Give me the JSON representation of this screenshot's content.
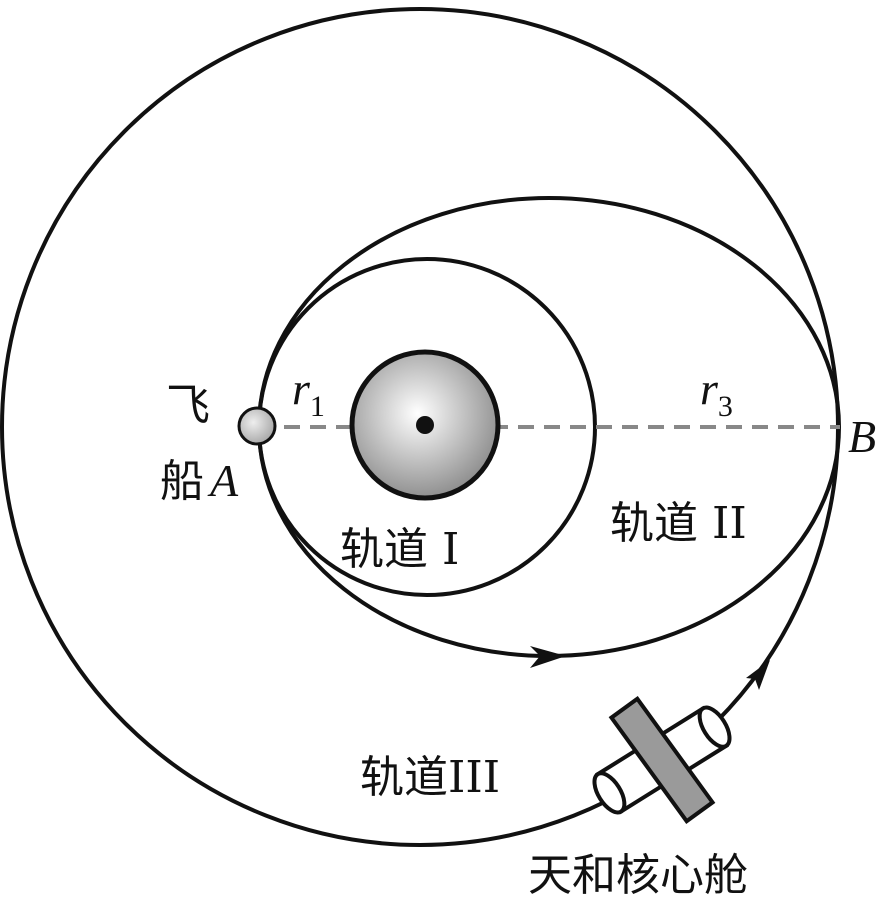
{
  "labels": {
    "spacecraft": "飞船",
    "point_a": "A",
    "point_b": "B",
    "r1_letter": "r",
    "r1_sub": "1",
    "r3_letter": "r",
    "r3_sub": "3",
    "orbit1": "轨道 I",
    "orbit2": "轨道 II",
    "orbit3": "轨道III",
    "station": "天和核心舱"
  },
  "colors": {
    "stroke": "#111111",
    "dashed_line": "#888888",
    "planet_light": "#ffffff",
    "planet_dark": "#8c8c8c",
    "spacecraft_fill": "#bdbdbd",
    "station_fill": "#9a9a9a"
  },
  "icons": {
    "planet": "earth-icon",
    "spacecraft": "spacecraft-icon",
    "station": "space-station-icon",
    "arrow": "arrow-icon"
  }
}
